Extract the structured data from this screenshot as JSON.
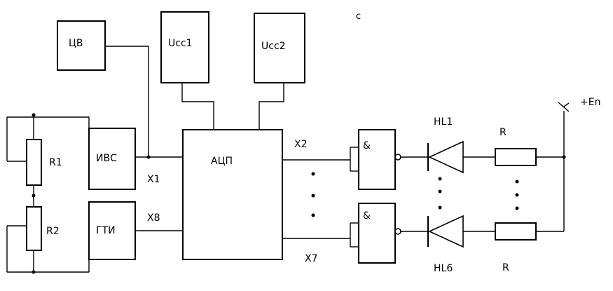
{
  "colors": {
    "ink": "#000000",
    "paper": "#ffffff"
  },
  "blocks": {
    "cv": "ЦВ",
    "ucc1": "Ucc1",
    "ucc2": "Ucc2",
    "ivs": "ИВС",
    "gti": "ГТИ",
    "adc": "АЦП",
    "and_top": "&",
    "and_bottom": "&"
  },
  "components": {
    "r1": "R1",
    "r2": "R2",
    "hl1": "HL1",
    "hl6": "HL6",
    "r_top": "R",
    "r_bottom": "R"
  },
  "nodes": {
    "x1": "X1",
    "x8": "X8",
    "x2": "X2",
    "x7": "X7",
    "supply": "+En"
  },
  "stray_mark": "c"
}
